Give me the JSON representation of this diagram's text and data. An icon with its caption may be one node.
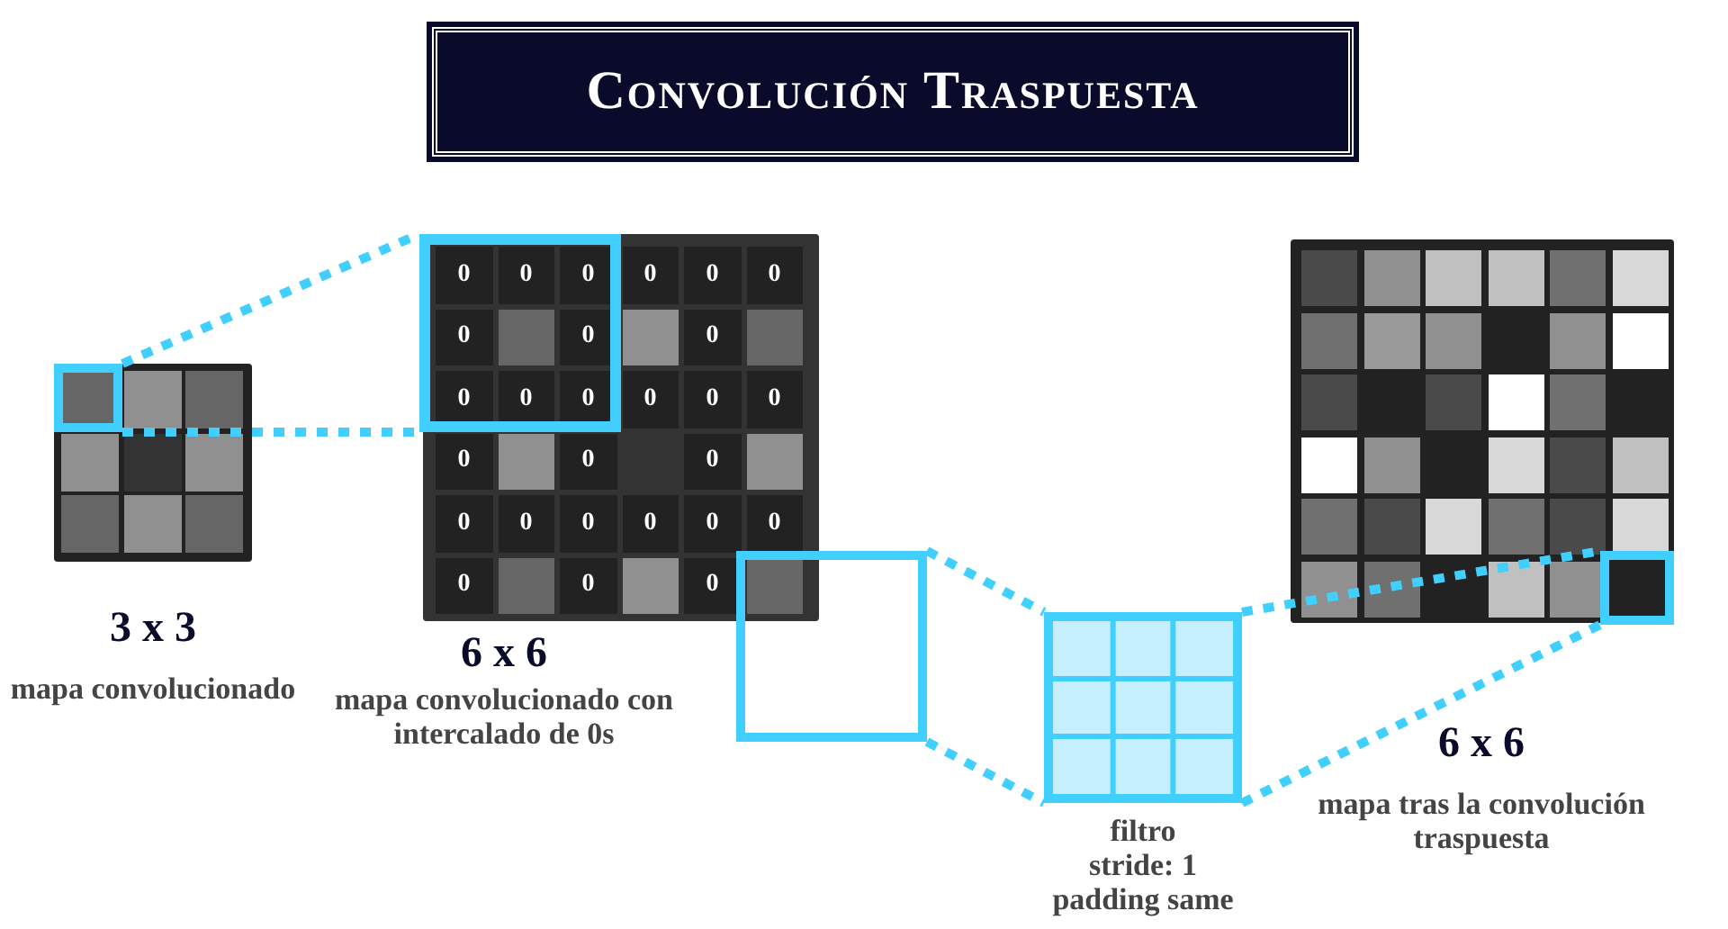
{
  "diagram": {
    "title": "Convolución Traspuesta",
    "nodes": [
      {
        "text": [],
        "shape": "box",
        "beside": [
          "3 x 3",
          "mapa convolucionado"
        ]
      },
      {
        "text": [],
        "shape": "box",
        "in": 0
      },
      {
        "text": [],
        "shape": "box",
        "beside": [
          "6 x 6",
          "mapa convolucionado con intercalado de 0s"
        ]
      },
      {
        "text": [],
        "shape": "box",
        "in": 2
      },
      {
        "text": [],
        "shape": "box"
      },
      {
        "text": [],
        "shape": "box",
        "beside": [
          "filtro",
          "stride: 1",
          "padding same"
        ]
      },
      {
        "text": [],
        "shape": "box",
        "beside": [
          "6 x 6",
          "mapa tras la convolución traspuesta"
        ]
      },
      {
        "text": [],
        "shape": "box",
        "in": 6
      }
    ],
    "edges": [
      {
        "from": 1,
        "to": 3,
        "arrow": "none",
        "style": "dashed"
      },
      {
        "from": 1,
        "to": 3,
        "arrow": "none",
        "style": "dashed"
      },
      {
        "from": 4,
        "to": 5,
        "arrow": "none",
        "style": "dashed"
      },
      {
        "from": 4,
        "to": 5,
        "arrow": "none",
        "style": "dashed"
      },
      {
        "from": 5,
        "to": 7,
        "arrow": "none",
        "style": "dashed"
      },
      {
        "from": 5,
        "to": 7,
        "arrow": "none",
        "style": "dashed"
      }
    ],
    "labels": [
      "0",
      "0",
      "0",
      "0",
      "0",
      "0",
      "0",
      "0",
      "0",
      "0",
      "0",
      "0",
      "0",
      "0",
      "0",
      "0",
      "0",
      "0",
      "0",
      "0",
      "0",
      "0",
      "0",
      "0",
      "0",
      "0",
      "0"
    ]
  }
}
